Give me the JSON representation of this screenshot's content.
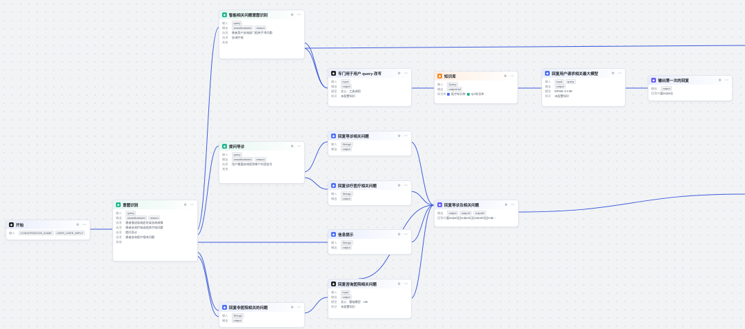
{
  "nodes": {
    "start": {
      "title": "开始",
      "rows": [
        {
          "k": "输入",
          "tags": [
            "CONVERSATION_NAME",
            "USER_USER_INPUT"
          ]
        }
      ]
    },
    "intent": {
      "title": "意图识别",
      "rows": [
        {
          "k": "输入",
          "tags": [
            "query"
          ]
        },
        {
          "k": "输出",
          "tags": [
            "classificationId",
            "reason"
          ]
        },
        {
          "k": "选项",
          "text": "患者描述疾病症状或咨询病情"
        },
        {
          "k": "选项",
          "text": "患者咨询疗效或相关疗效问题"
        },
        {
          "k": "选项",
          "text": "提问导诊"
        },
        {
          "k": "选项",
          "text": "患者咨询医疗相关问题"
        },
        {
          "k": "其他",
          "text": ""
        }
      ]
    },
    "intent2": {
      "title": "智能相关问题意图识别",
      "rows": [
        {
          "k": "输入",
          "tags": [
            "query"
          ]
        },
        {
          "k": "输出",
          "tags": [
            "classificationId",
            "reason"
          ]
        },
        {
          "k": "选项",
          "text": "患者用户咨询部门相关手术问题"
        },
        {
          "k": "选项",
          "text": "咨询疗效"
        },
        {
          "k": "其他",
          "text": ""
        }
      ]
    },
    "guide": {
      "title": "提问导诊",
      "rows": [
        {
          "k": "输入",
          "tags": [
            "query"
          ]
        },
        {
          "k": "输出",
          "tags": [
            "classificationId",
            "reason"
          ]
        },
        {
          "k": "选项",
          "text": "用户需要咨询医院哪个科室挂号"
        },
        {
          "k": "其他",
          "text": ""
        }
      ]
    },
    "llm_query": {
      "title": "专门用于用户 query 改写",
      "rows": [
        {
          "k": "输入",
          "tags": [
            "input"
          ]
        },
        {
          "k": "输出",
          "tags": [
            "output"
          ]
        },
        {
          "k": "模型",
          "text": "文心 · 工具调用"
        },
        {
          "k": "知识",
          "text": "未配置知识"
        }
      ]
    },
    "kb": {
      "title": "知识库",
      "rows": [
        {
          "k": "输入",
          "tags": [
            "Query"
          ]
        },
        {
          "k": "输出",
          "tags": [
            "outputList"
          ]
        },
        {
          "k": "知识库",
          "files": [
            "医疗知识库",
            "QA知识库"
          ]
        }
      ]
    },
    "answer_llm": {
      "title": "回复用户请求相关最大模型",
      "rows": [
        {
          "k": "输入",
          "tags": [
            "input",
            "query"
          ]
        },
        {
          "k": "输出",
          "tags": [
            "output"
          ]
        },
        {
          "k": "模型",
          "text": "ERNIE 4.0 8K"
        },
        {
          "k": "知识",
          "text": "未配置知识"
        }
      ]
    },
    "output_first": {
      "title": "输出第一次的回复",
      "rows": [
        {
          "k": "输出",
          "tags": [
            "output"
          ]
        },
        {
          "k": "回答内容",
          "text": "{{output}}"
        }
      ]
    },
    "reply_guide": {
      "title": "回复导诊相关问题",
      "rows": [
        {
          "k": "输入",
          "tags": [
            "String1"
          ]
        },
        {
          "k": "输出",
          "tags": [
            "output"
          ]
        }
      ]
    },
    "reply_treat": {
      "title": "回复诊疗医疗相关问题",
      "rows": [
        {
          "k": "输入",
          "tags": [
            "String1"
          ]
        },
        {
          "k": "输出",
          "tags": [
            "output"
          ]
        }
      ]
    },
    "merge": {
      "title": "回复导诊及相关问题",
      "rows": [
        {
          "k": "输出",
          "tags": [
            "output",
            "output1",
            "output2"
          ]
        },
        {
          "k": "回答内容",
          "text": "{{output}}{{output1}}{{output2}}{{outp···"
        }
      ]
    },
    "tips": {
      "title": "信息提示",
      "rows": [
        {
          "k": "输入",
          "tags": [
            "String1"
          ]
        },
        {
          "k": "输出",
          "tags": [
            "output"
          ]
        }
      ]
    },
    "reply_med": {
      "title": "回复咨询医院相关问题",
      "rows": [
        {
          "k": "输入",
          "tags": [
            "input"
          ]
        },
        {
          "k": "输出",
          "tags": [
            "output"
          ]
        },
        {
          "k": "模型",
          "text": "文心 · 基础模型 · Lite"
        },
        {
          "k": "知识",
          "text": "未配置知识"
        }
      ]
    },
    "reply_dept": {
      "title": "回复非医院相关的问题",
      "rows": [
        {
          "k": "输入",
          "tags": [
            "String1"
          ]
        },
        {
          "k": "输出",
          "tags": [
            "output"
          ]
        }
      ]
    }
  },
  "colors": {
    "edge": "#3b5bdb",
    "brand_green": "#1fb58f",
    "brand_blue": "#4c6ef5",
    "brand_orange": "#f08a24"
  }
}
